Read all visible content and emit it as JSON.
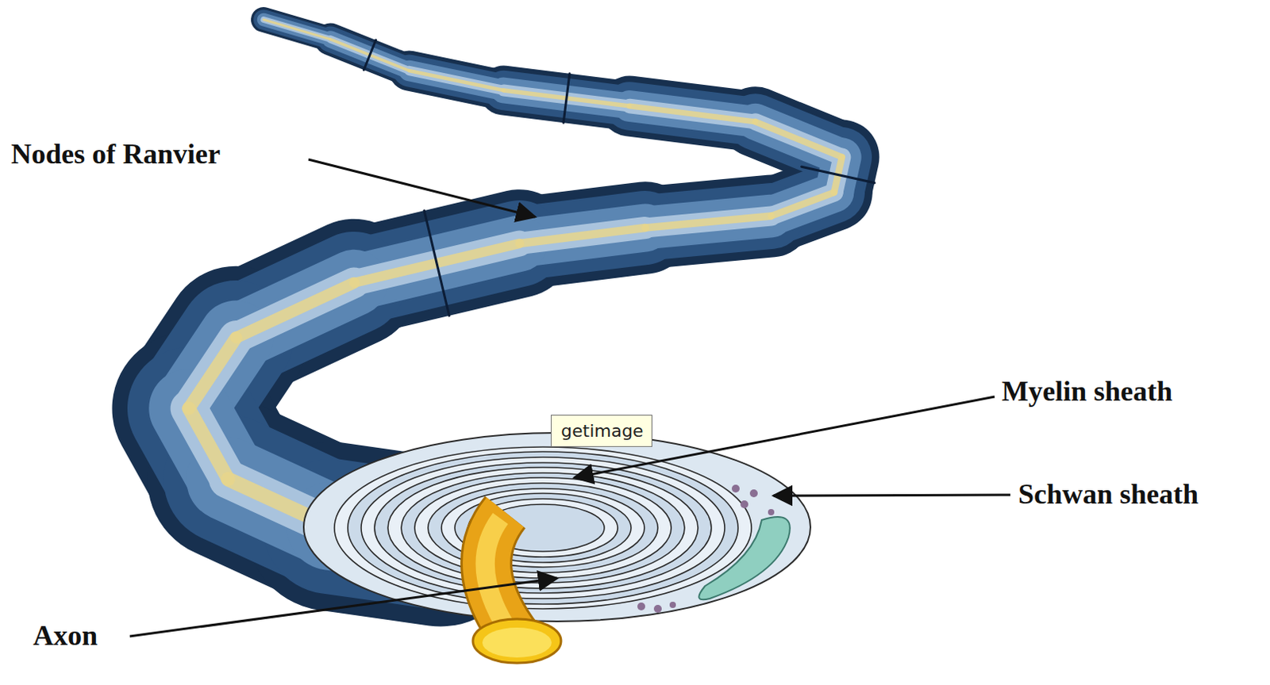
{
  "diagram": {
    "nodes": [
      {
        "text": [
          "getimage"
        ]
      }
    ],
    "labels": [
      "Nodes of Ranvier",
      "Myelin sheath",
      "Schwan sheath",
      "Axon"
    ]
  }
}
